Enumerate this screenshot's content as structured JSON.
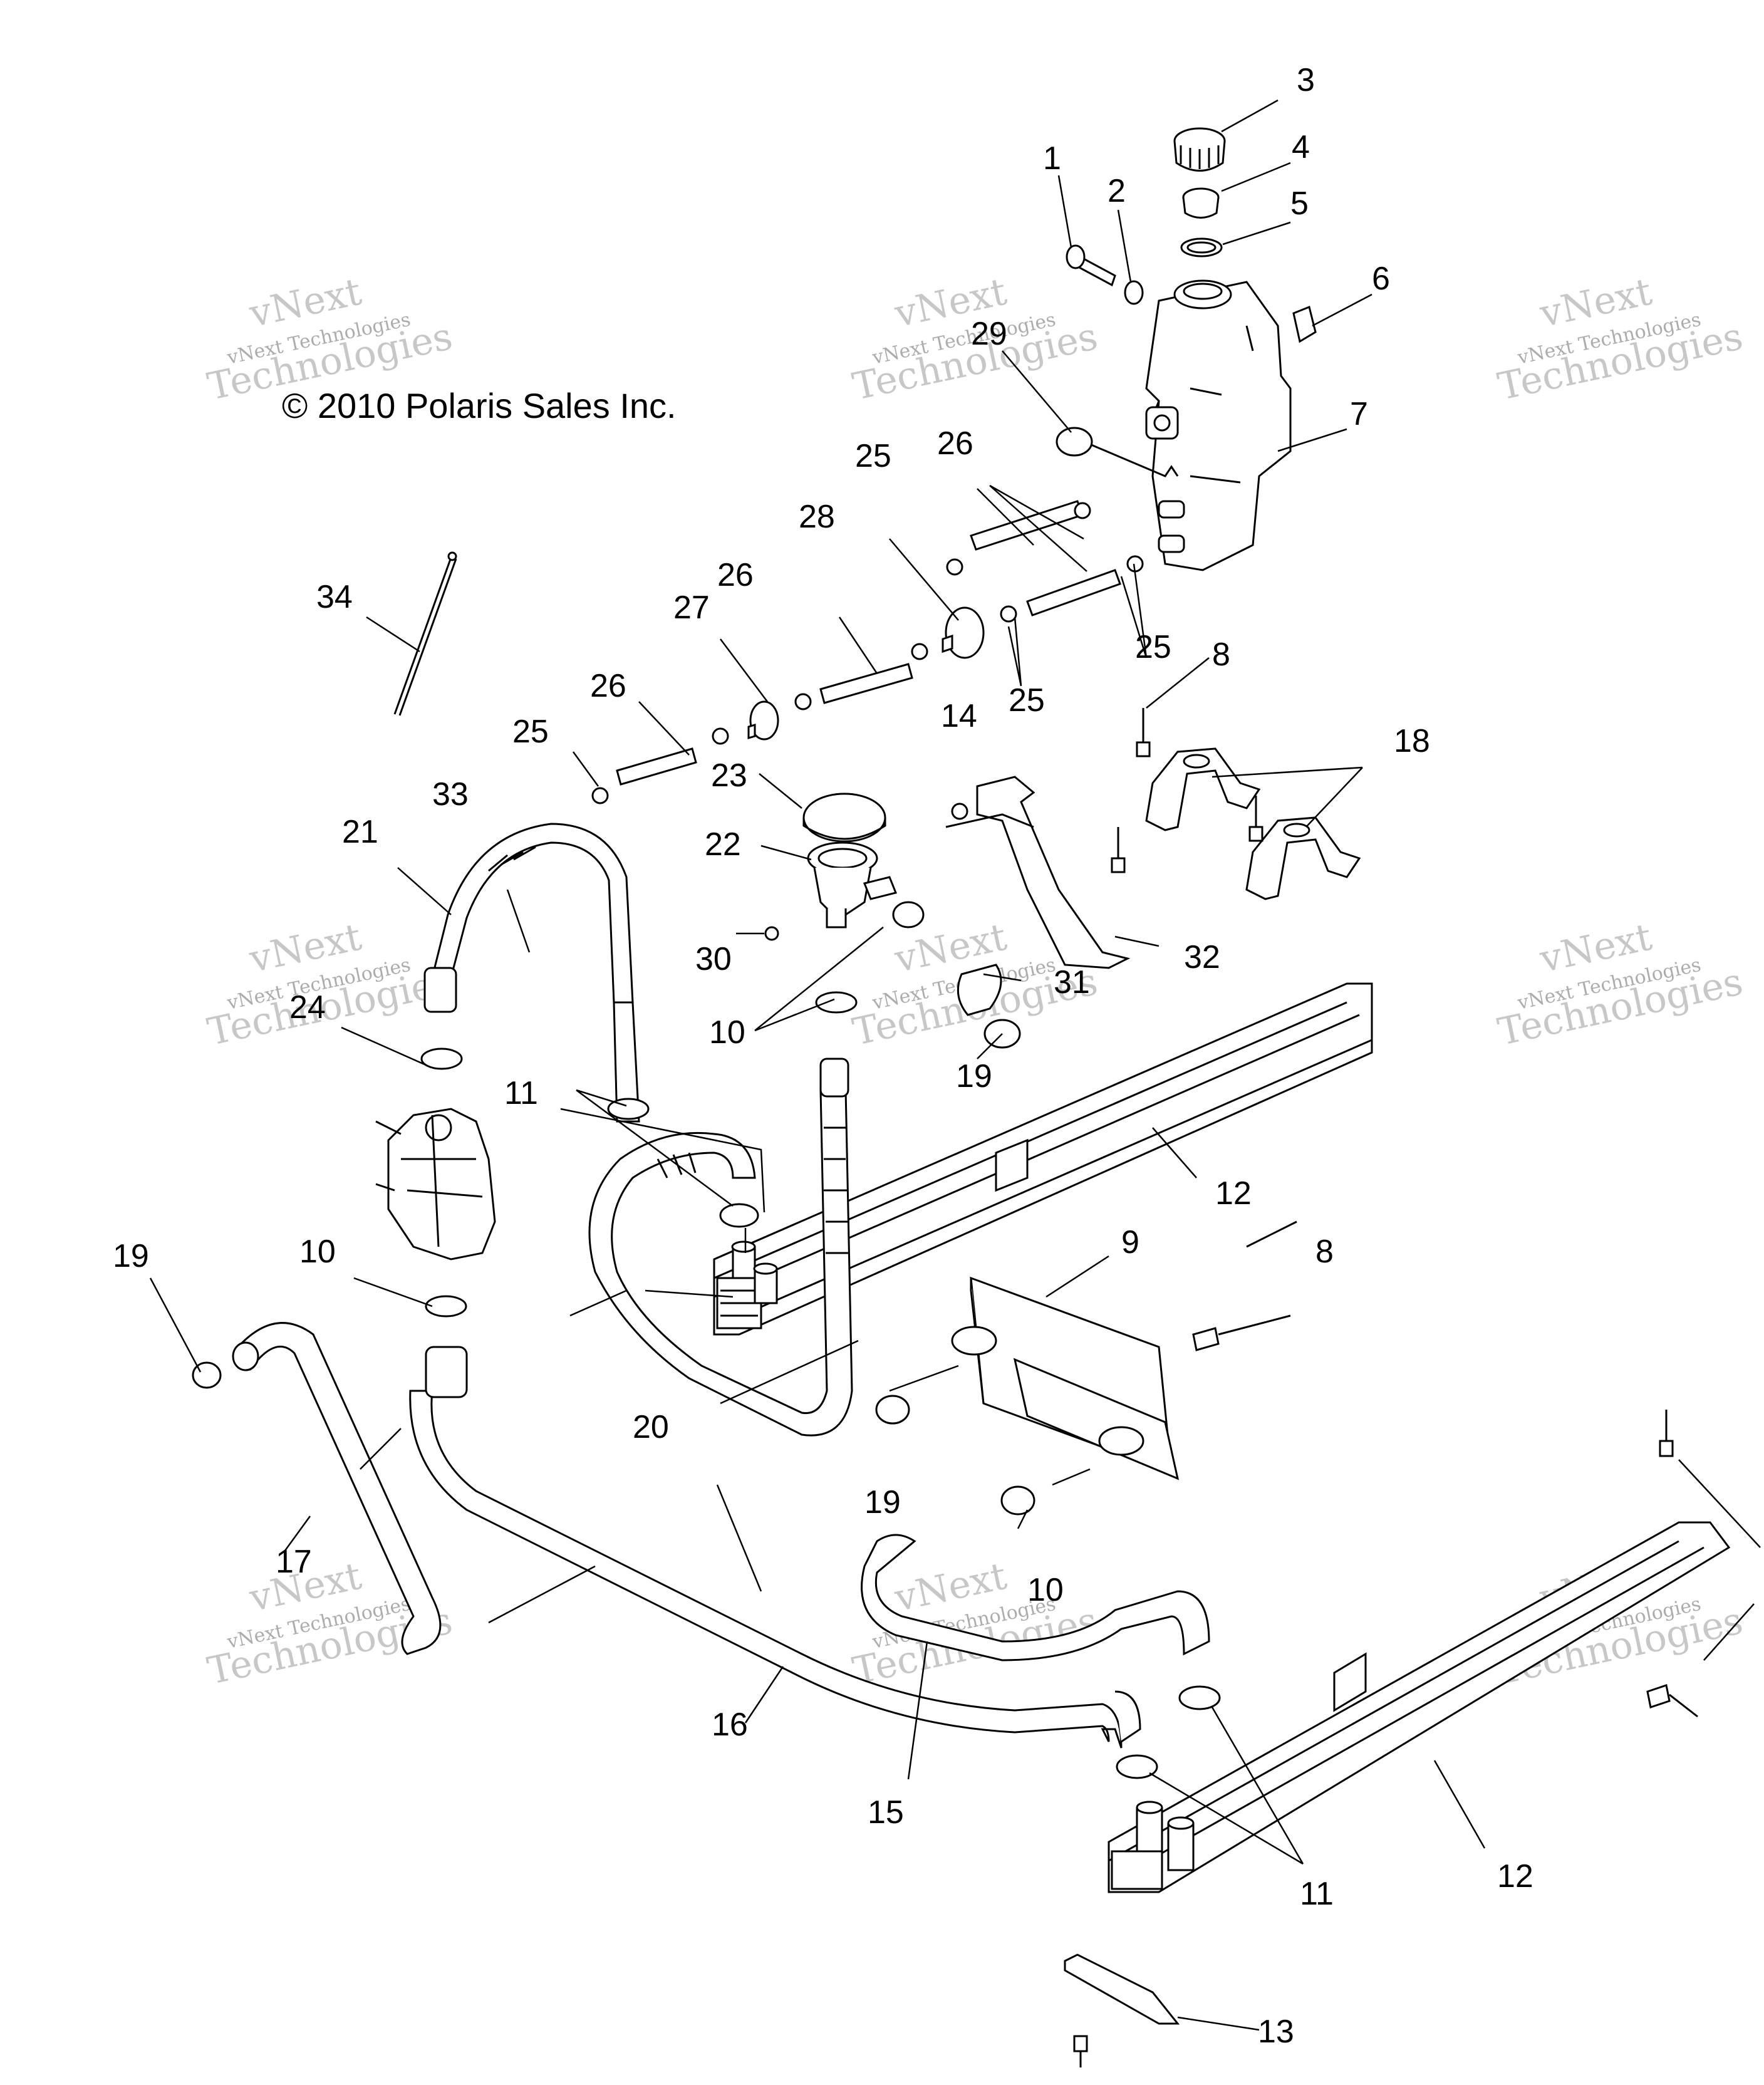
{
  "copyright": "© 2010 Polaris Sales Inc.",
  "watermark": {
    "line1": "vNext",
    "line2": "vNext Technologies",
    "line3": "Technologies"
  },
  "callouts": [
    "1",
    "2",
    "3",
    "4",
    "5",
    "6",
    "7",
    "8",
    "8",
    "9",
    "10",
    "10",
    "10",
    "11",
    "11",
    "12",
    "12",
    "13",
    "14",
    "15",
    "16",
    "17",
    "18",
    "19",
    "19",
    "19",
    "20",
    "21",
    "22",
    "23",
    "24",
    "25",
    "25",
    "25",
    "25",
    "26",
    "26",
    "26",
    "27",
    "28",
    "29",
    "30",
    "31",
    "32",
    "33",
    "34"
  ]
}
